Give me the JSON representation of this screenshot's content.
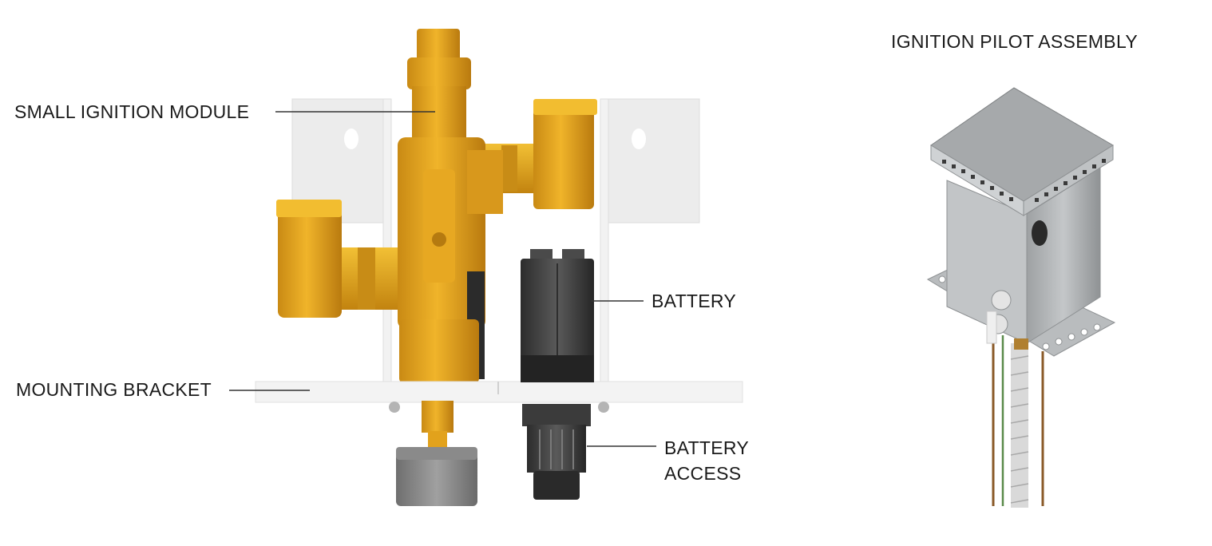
{
  "diagram": {
    "title": "IGNITION PILOT ASSEMBLY",
    "callouts": {
      "ignition_module": "SMALL IGNITION MODULE",
      "battery": "BATTERY",
      "mounting_bracket": "MOUNTING BRACKET",
      "battery_access_line1": "BATTERY",
      "battery_access_line2": "ACCESS"
    }
  },
  "colors": {
    "brass": "#e2a21c",
    "brass_dark": "#b8780e",
    "bracket": "#f1f1f1",
    "battery": "#474747",
    "steel": "#a9acae"
  }
}
